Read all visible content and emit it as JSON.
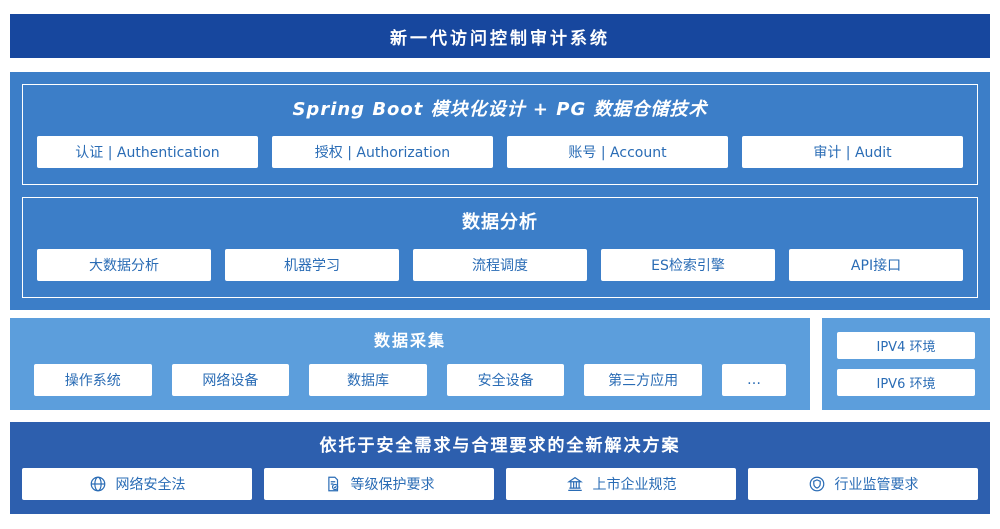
{
  "banner": {
    "title": "新一代访问控制审计系统"
  },
  "platform": {
    "modules_panel": {
      "title": "Spring Boot 模块化设计 + PG 数据仓储技术",
      "items": [
        "认证 | Authentication",
        "授权 | Authorization",
        "账号 | Account",
        "审计 | Audit"
      ]
    },
    "analysis_panel": {
      "title": "数据分析",
      "items": [
        "大数据分析",
        "机器学习",
        "流程调度",
        "ES检索引擎",
        "API接口"
      ]
    }
  },
  "collection": {
    "title": "数据采集",
    "items": [
      "操作系统",
      "网络设备",
      "数据库",
      "安全设备",
      "第三方应用",
      "…"
    ]
  },
  "environment": {
    "items": [
      "IPV4 环境",
      "IPV6 环境"
    ]
  },
  "solution": {
    "title": "依托于安全需求与合理要求的全新解决方案",
    "items": [
      {
        "icon": "globe-icon",
        "label": "网络安全法"
      },
      {
        "icon": "document-check-icon",
        "label": "等级保护要求"
      },
      {
        "icon": "building-icon",
        "label": "上市企业规范"
      },
      {
        "icon": "shield-seal-icon",
        "label": "行业监管要求"
      }
    ]
  },
  "colors": {
    "banner_blue": "#17479e",
    "platform_blue": "#3c7ec8",
    "light_blue": "#5c9edc",
    "solution_blue": "#2d5fae",
    "chip_text_blue": "#2a6cb5",
    "chip_bg": "#ffffff"
  }
}
